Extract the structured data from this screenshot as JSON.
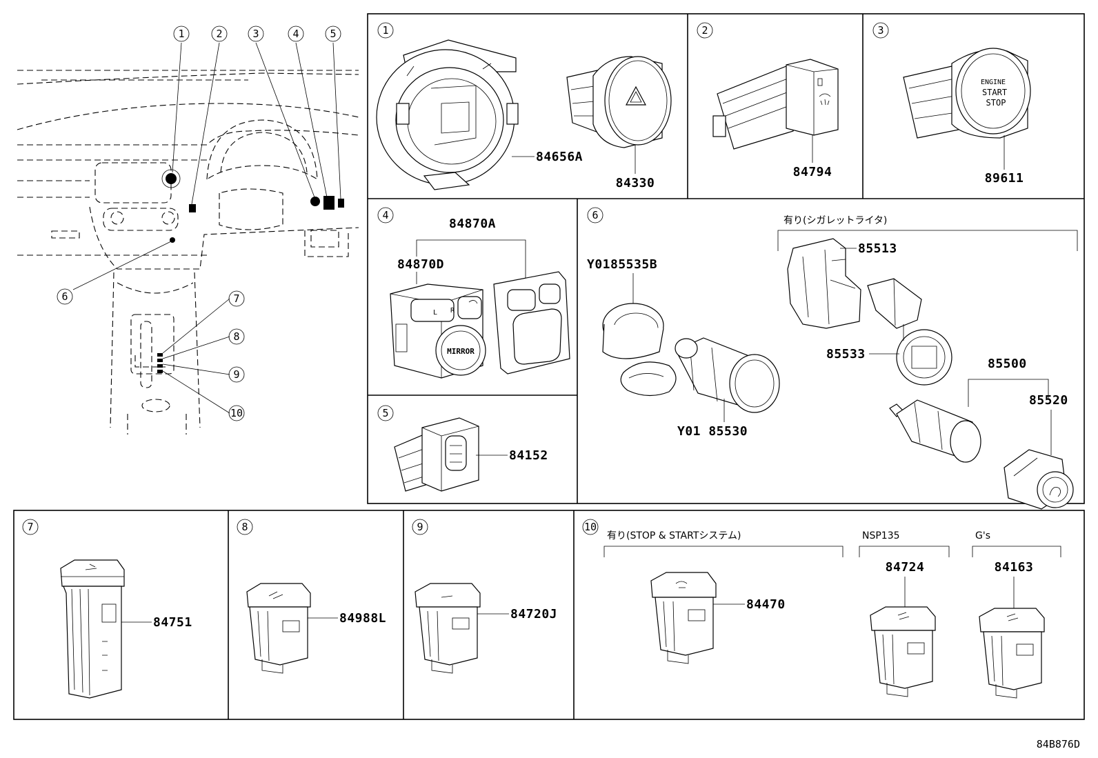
{
  "overview": {
    "callouts": [
      "1",
      "2",
      "3",
      "4",
      "5",
      "6",
      "7",
      "8",
      "9",
      "10"
    ]
  },
  "panels": {
    "p1": {
      "num": "1",
      "parts": [
        "84656A",
        "84330"
      ]
    },
    "p2": {
      "num": "2",
      "parts": [
        "84794"
      ]
    },
    "p3": {
      "num": "3",
      "parts": [
        "89611"
      ],
      "button_text": [
        "ENGINE",
        "START",
        "STOP"
      ]
    },
    "p4": {
      "num": "4",
      "parts": [
        "84870A",
        "84870D"
      ],
      "button_text": "MIRROR",
      "lr": [
        "L",
        "R"
      ]
    },
    "p5": {
      "num": "5",
      "parts": [
        "84152"
      ]
    },
    "p6": {
      "num": "6",
      "parts": [
        "Y0185535B",
        "Y01 85530",
        "85513",
        "85533",
        "85500",
        "85520"
      ],
      "note": "有り(シガレットライタ)"
    },
    "p7": {
      "num": "7",
      "parts": [
        "84751"
      ]
    },
    "p8": {
      "num": "8",
      "parts": [
        "84988L"
      ]
    },
    "p9": {
      "num": "9",
      "parts": [
        "84720J"
      ]
    },
    "p10": {
      "num": "10",
      "parts": [
        "84470",
        "84724",
        "84163"
      ],
      "notes": [
        "有り(STOP & STARTシステム)",
        "NSP135",
        "G's"
      ]
    }
  },
  "figure_id": "84B876D"
}
